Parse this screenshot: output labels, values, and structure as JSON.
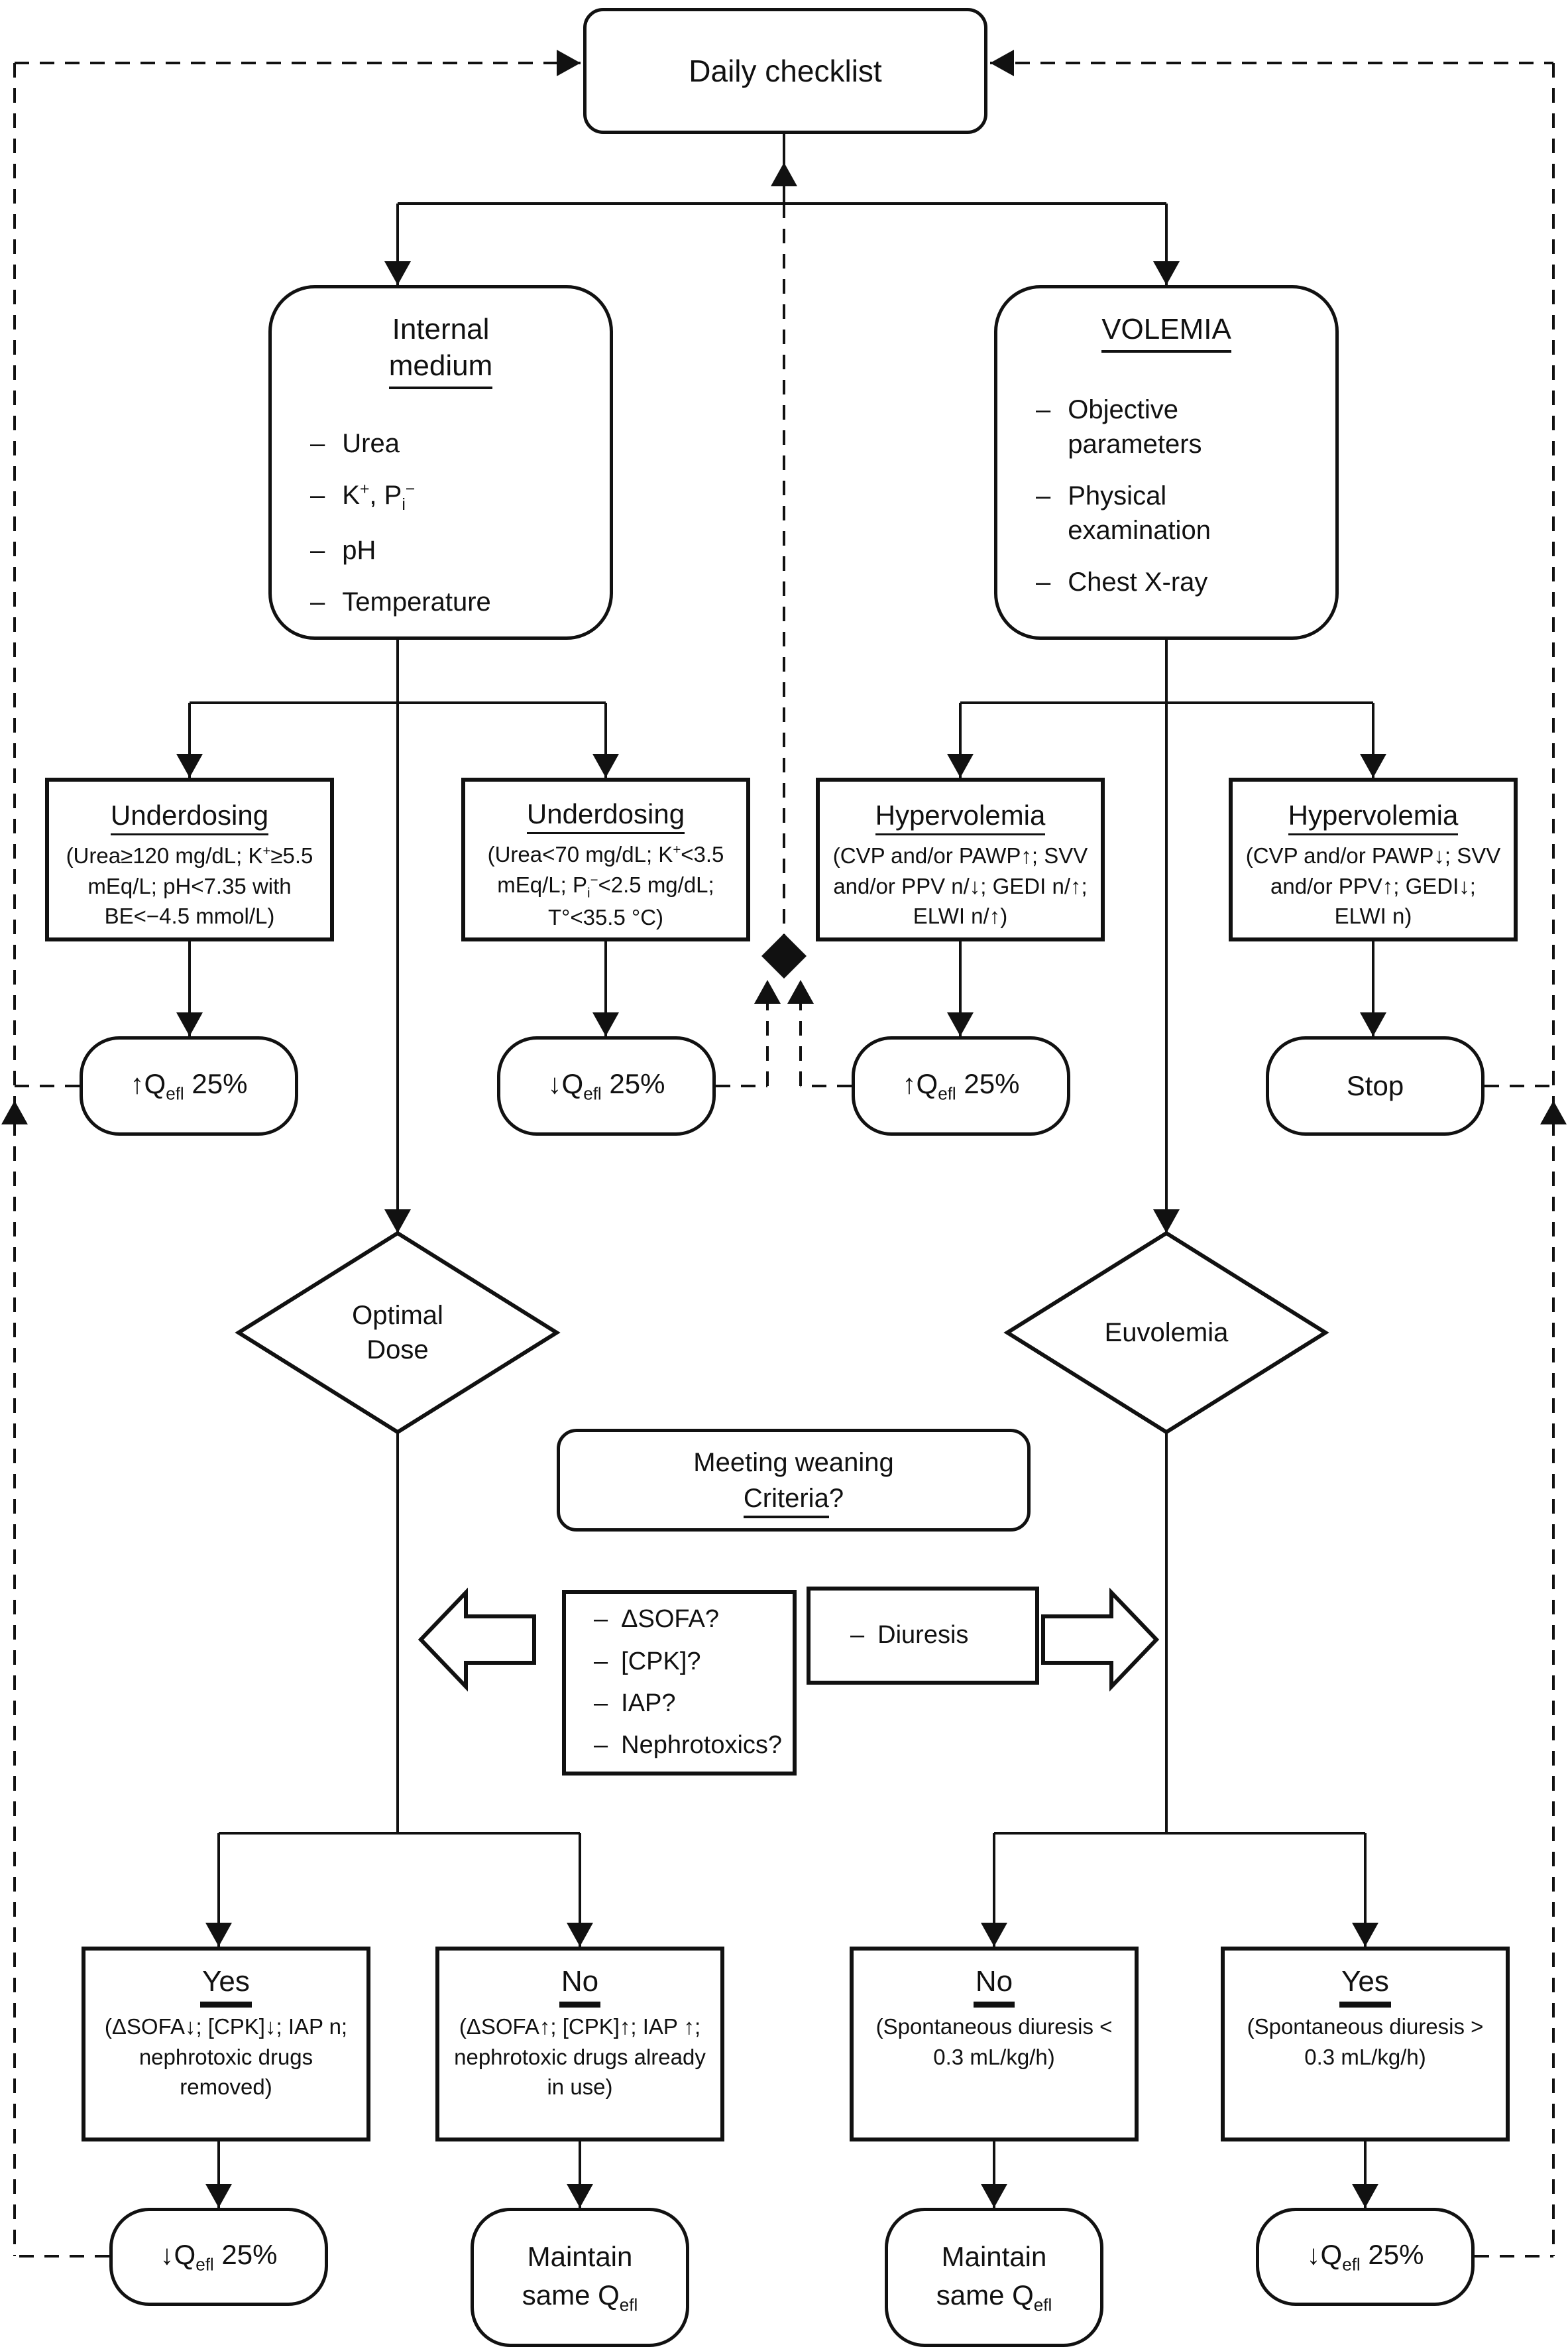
{
  "misc": {
    "bullet": "–"
  },
  "daily_checklist": {
    "label": "Daily checklist"
  },
  "assessment": {
    "internal_medium": {
      "title_line1": "Internal",
      "title_line2": "medium",
      "items": [
        "Urea",
        "K^{+}, P_{i}^{−}",
        "pH",
        "Temperature"
      ]
    },
    "volemia": {
      "title": "VOLEMIA",
      "items": [
        "Objective parameters",
        "Physical examination",
        "Chest X-ray"
      ]
    }
  },
  "conditions": {
    "underdosing_high": {
      "title": "Underdosing",
      "body": "(Urea≥120 mg/dL; K^{+}≥5.5 mEq/L; pH<7.35 with BE<−4.5 mmol/L)"
    },
    "underdosing_low": {
      "title": "Underdosing",
      "body": "(Urea<70 mg/dL; K^{+}<3.5 mEq/L; P_{i}^{−}<2.5 mg/dL; T°<35.5 °C)"
    },
    "hypervolemia": {
      "title": "Hypervolemia",
      "body": "(CVP and/or PAWP↑; SVV and/or PPV n/↓; GEDI n/↑; ELWI n/↑)"
    },
    "hypervolemia_right": {
      "title": "Hypervolemia",
      "body": "(CVP and/or PAWP↓; SVV and/or PPV↑; GEDI↓; ELWI n)"
    }
  },
  "actions": {
    "increase_qefl": "↑Q_{efl} 25%",
    "decrease_qefl": "↓Q_{efl} 25%",
    "stop": "Stop",
    "maintain_line1": "Maintain",
    "maintain_line2": "same Q_{efl}"
  },
  "decisions": {
    "optimal_dose_line1": "Optimal",
    "optimal_dose_line2": "Dose",
    "euvolemia": "Euvolemia"
  },
  "weaning": {
    "line1": "Meeting weaning",
    "line2_underlined": "Criteria",
    "line2_suffix": "?"
  },
  "weaning_criteria": {
    "left_items": [
      "ΔSOFA?",
      "[CPK]?",
      "IAP?",
      "Nephrotoxics?"
    ],
    "right_items": [
      "Diuresis"
    ]
  },
  "outcomes": {
    "left_yes": {
      "title": "Yes",
      "body": "(ΔSOFA↓; [CPK]↓; IAP n; nephrotoxic drugs removed)"
    },
    "left_no": {
      "title": "No",
      "body": "(ΔSOFA↑; [CPK]↑; IAP ↑; nephrotoxic drugs already in use)"
    },
    "right_no": {
      "title": "No",
      "body": "(Spontaneous diuresis < 0.3 mL/kg/h)"
    },
    "right_yes": {
      "title": "Yes",
      "body": "(Spontaneous diuresis > 0.3 mL/kg/h)"
    }
  }
}
